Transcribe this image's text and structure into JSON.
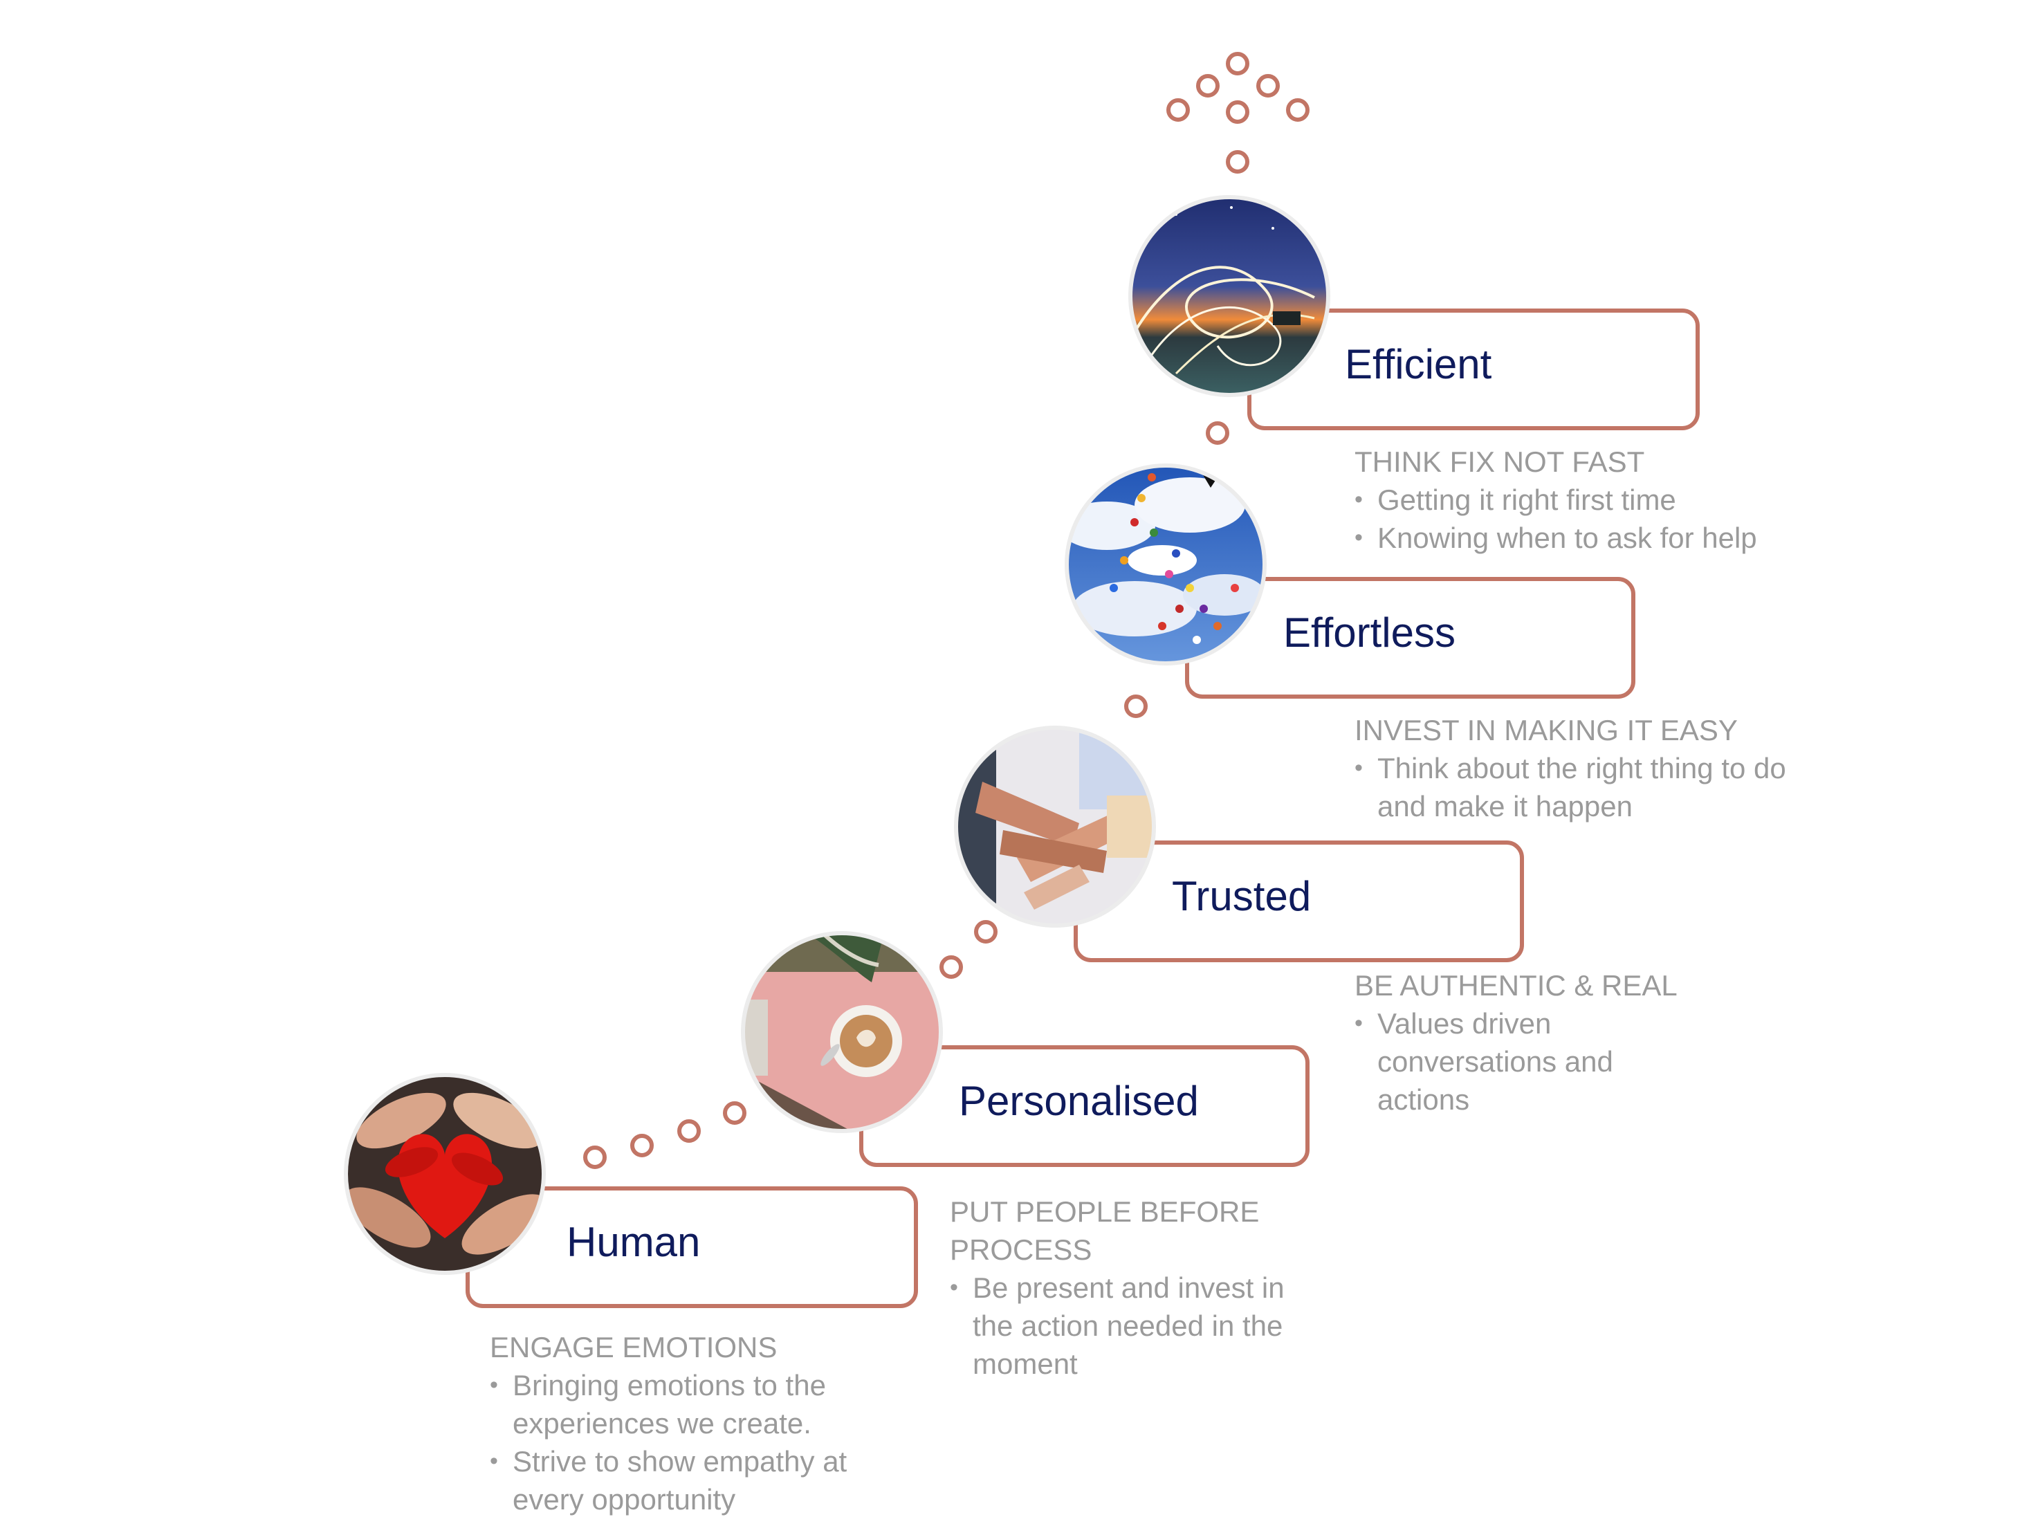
{
  "colors": {
    "accent": "#c27565",
    "title": "#0f1b5c",
    "description": "#9a9a9a"
  },
  "steps": [
    {
      "title": "Human",
      "heading": "ENGAGE EMOTIONS",
      "bullets": [
        "Bringing emotions to the experiences we create.",
        "Strive to show empathy at every opportunity"
      ],
      "image": "red-painted-hands-photo"
    },
    {
      "title": "Personalised",
      "heading": "PUT PEOPLE BEFORE PROCESS",
      "bullets": [
        "Be present and invest in the action needed in the moment"
      ],
      "image": "coffee-cup-photo"
    },
    {
      "title": "Trusted",
      "heading": "BE AUTHENTIC & REAL",
      "bullets": [
        "Values driven conversations and actions"
      ],
      "image": "stacked-hands-photo"
    },
    {
      "title": "Effortless",
      "heading": "INVEST IN MAKING IT EASY",
      "bullets": [
        "Think about the right thing to do and make it happen"
      ],
      "image": "balloons-sky-photo"
    },
    {
      "title": "Efficient",
      "heading": "THINK FIX NOT FAST",
      "bullets": [
        "Getting it right first time",
        "Knowing when to ask for help"
      ],
      "image": "light-trails-photo"
    }
  ]
}
